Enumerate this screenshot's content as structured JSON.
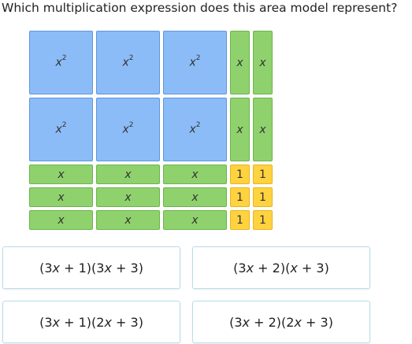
{
  "question": "Which multiplication expression does this area model represent?",
  "area_model": {
    "tile_labels": {
      "square_var": "x",
      "square_exp": "2",
      "rect_var": "x",
      "unit": "1"
    },
    "colors": {
      "square_fill": "#8bbcf7",
      "rect_fill": "#8fd26d",
      "unit_fill": "#ffd23f"
    }
  },
  "choices": [
    {
      "id": "a",
      "label": "(3x + 1)(3x + 3)"
    },
    {
      "id": "b",
      "label": "(3x + 2)(x + 3)"
    },
    {
      "id": "c",
      "label": "(3x + 1)(2x + 3)"
    },
    {
      "id": "d",
      "label": "(3x + 2)(2x + 3)"
    }
  ]
}
